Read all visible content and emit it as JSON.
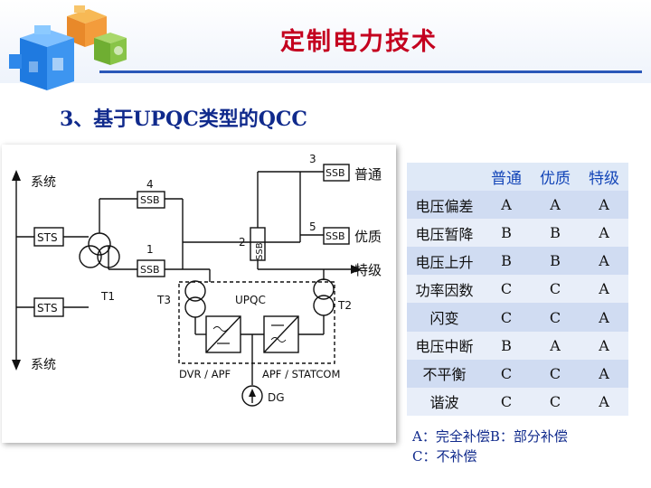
{
  "header": {
    "title": "定制电力技术"
  },
  "slide": {
    "subtitle": "3、基于UPQC类型的QCC"
  },
  "diagram": {
    "labels": {
      "system_top": "系统",
      "system_bottom": "系统",
      "sts_top": "STS",
      "sts_bottom": "STS",
      "ssb4": "SSB",
      "ssb1": "SSB",
      "ssb2": "SSB",
      "ssb3": "SSB",
      "ssb5": "SSB",
      "num1": "1",
      "num2": "2",
      "num3": "3",
      "num4": "4",
      "num5": "5",
      "t1": "T1",
      "t2": "T2",
      "t3": "T3",
      "upqc": "UPQC",
      "load_normal": "普通",
      "load_quality": "优质",
      "load_special": "特级",
      "dvr": "DVR / APF",
      "apf": "APF / STATCOM",
      "dg": "DG"
    }
  },
  "table": {
    "headers": [
      "",
      "普通",
      "优质",
      "特级"
    ],
    "rows": [
      {
        "label": "电压偏差",
        "values": [
          "A",
          "A",
          "A"
        ]
      },
      {
        "label": "电压暂降",
        "values": [
          "B",
          "B",
          "A"
        ]
      },
      {
        "label": "电压上升",
        "values": [
          "B",
          "B",
          "A"
        ]
      },
      {
        "label": "功率因数",
        "values": [
          "C",
          "C",
          "A"
        ]
      },
      {
        "label": "闪变",
        "values": [
          "C",
          "C",
          "A"
        ]
      },
      {
        "label": "电压中断",
        "values": [
          "B",
          "A",
          "A"
        ]
      },
      {
        "label": "不平衡",
        "values": [
          "C",
          "C",
          "A"
        ]
      },
      {
        "label": "谐波",
        "values": [
          "C",
          "C",
          "A"
        ]
      }
    ]
  },
  "legend": {
    "line1": "A：完全补偿B：部分补偿",
    "line2": "C：不补偿"
  },
  "colors": {
    "title": "#c4001f",
    "subtitle": "#102a8c",
    "table_header_text": "#1446b8",
    "rule": "#2b58b8"
  }
}
